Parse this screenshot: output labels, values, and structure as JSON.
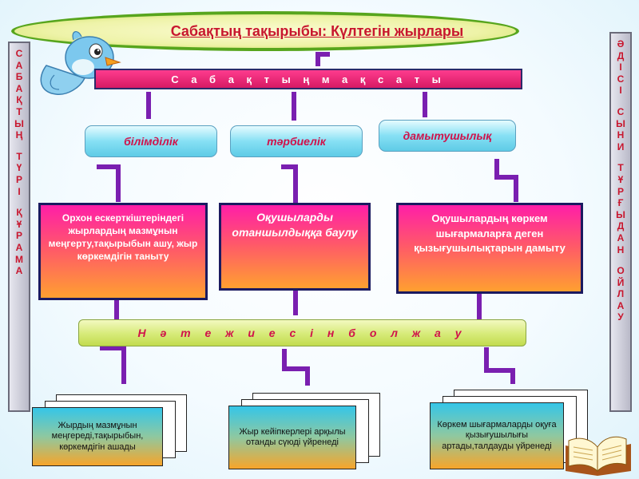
{
  "title": "Сабақтың тақырыбы: Күлтегін жырлары",
  "purpose_bar": "С а б а қ т ы ң       м а қ с а т ы",
  "categories": [
    "білімділік",
    "тәрбиелік",
    "дамытушылық"
  ],
  "objectives": [
    "Орхон ескерткіштеріндегі жырлардың мазмұнын меңгерту,тақырыбын ашу, жыр көркемдігін таныту",
    "Оқушыларды отаншылдыққа баулу",
    "Оқушылардың көркем шығармаларға деген қызығушылықтарын дамыту"
  ],
  "result_bar": "Н ә т е ж и е с і н   б о л ж а у",
  "outcomes": [
    "Жырдың мазмұнын меңгереді,тақырыбын, көркемдігін ашады",
    "Жыр кейіпкерлері арқылы отанды сүюді үйренеді",
    "Көркем шығармаларды оқуға қызығушылығы артады,талдауды үйренеді"
  ],
  "left_vertical_text": "САБАҚТЫҢ ТҮРІ ҚҰРАМА",
  "right_vertical_text": "ӘДІСІ СЫНИ ТҰРҒЫДАН ОЙЛАУ",
  "colors": {
    "accent_red": "#c8162e",
    "connector": "#7a1fb0",
    "title_border": "#57a51d"
  },
  "icons": [
    "bird-icon",
    "open-book-icon"
  ]
}
